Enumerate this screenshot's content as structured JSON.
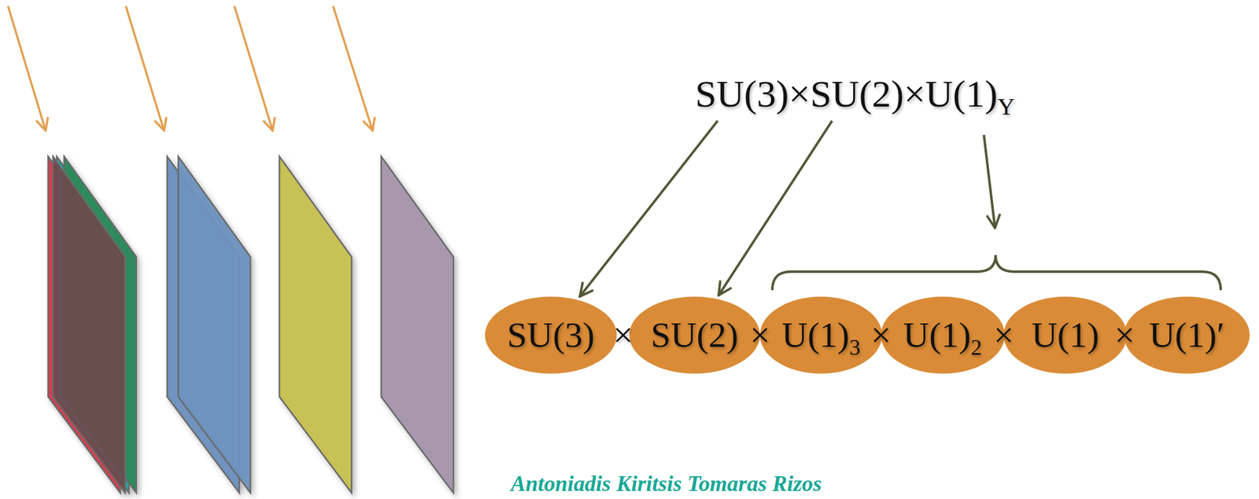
{
  "diagram": {
    "nodes": [
      {
        "text": [
          "SU(3)×SU(2)×U(1)Y"
        ]
      },
      {
        "text": [
          "SU(3)"
        ]
      },
      {
        "text": [
          "SU(2)"
        ]
      },
      {
        "text": [
          "U(1)3"
        ]
      },
      {
        "text": [
          "U(1)2"
        ]
      },
      {
        "text": [
          "U(1)"
        ]
      },
      {
        "text": [
          "U(1)′"
        ]
      }
    ],
    "edges": [
      {
        "from": 0,
        "to": 1,
        "arrow": "to"
      },
      {
        "from": 0,
        "to": 2,
        "arrow": "to"
      }
    ],
    "labels": [
      "×",
      "×",
      "×",
      "×",
      "×",
      "Antoniadis Kiritsis Tomaras Rizos"
    ]
  }
}
